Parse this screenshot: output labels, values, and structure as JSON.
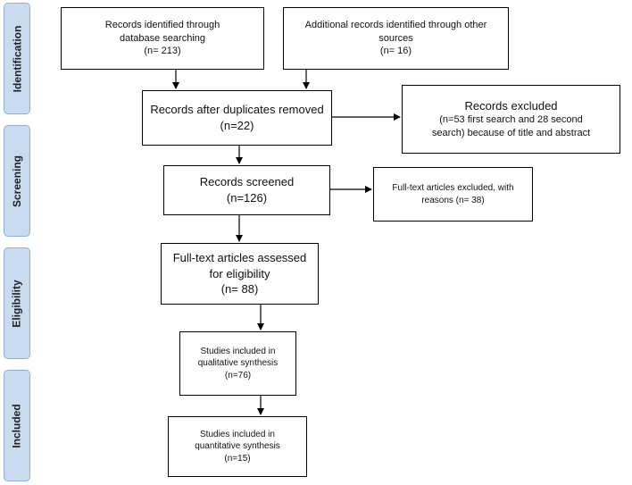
{
  "phases": {
    "identification": "Identification",
    "screening": "Screening",
    "eligibility": "Eligibility",
    "included": "Included"
  },
  "boxes": {
    "db_search": {
      "line1": "Records identified through",
      "line2": "database searching",
      "line3": "(n= 213)"
    },
    "other_sources": {
      "line1": "Additional records identified through other",
      "line2": "sources",
      "line3": "(n= 16)"
    },
    "after_duplicates": {
      "line1": "Records after duplicates removed",
      "line2": "(n=22)"
    },
    "records_excluded": {
      "line1": "Records excluded",
      "line2": "(n=53 first search and 28 second",
      "line3": "search) because of title and abstract"
    },
    "records_screened": {
      "line1": "Records screened",
      "line2": "(n=126)"
    },
    "fulltext_excluded": {
      "line1": "Full-text articles excluded, with",
      "line2": "reasons (n= 38)"
    },
    "fulltext_assessed": {
      "line1": "Full-text articles assessed",
      "line2": "for eligibility",
      "line3": "(n= 88)"
    },
    "qualitative": {
      "line1": "Studies included in",
      "line2": "qualitative synthesis",
      "line3": "(n=76)"
    },
    "quantitative": {
      "line1": "Studies included in",
      "line2": "quantitative synthesis",
      "line3": "(n=15)"
    }
  }
}
